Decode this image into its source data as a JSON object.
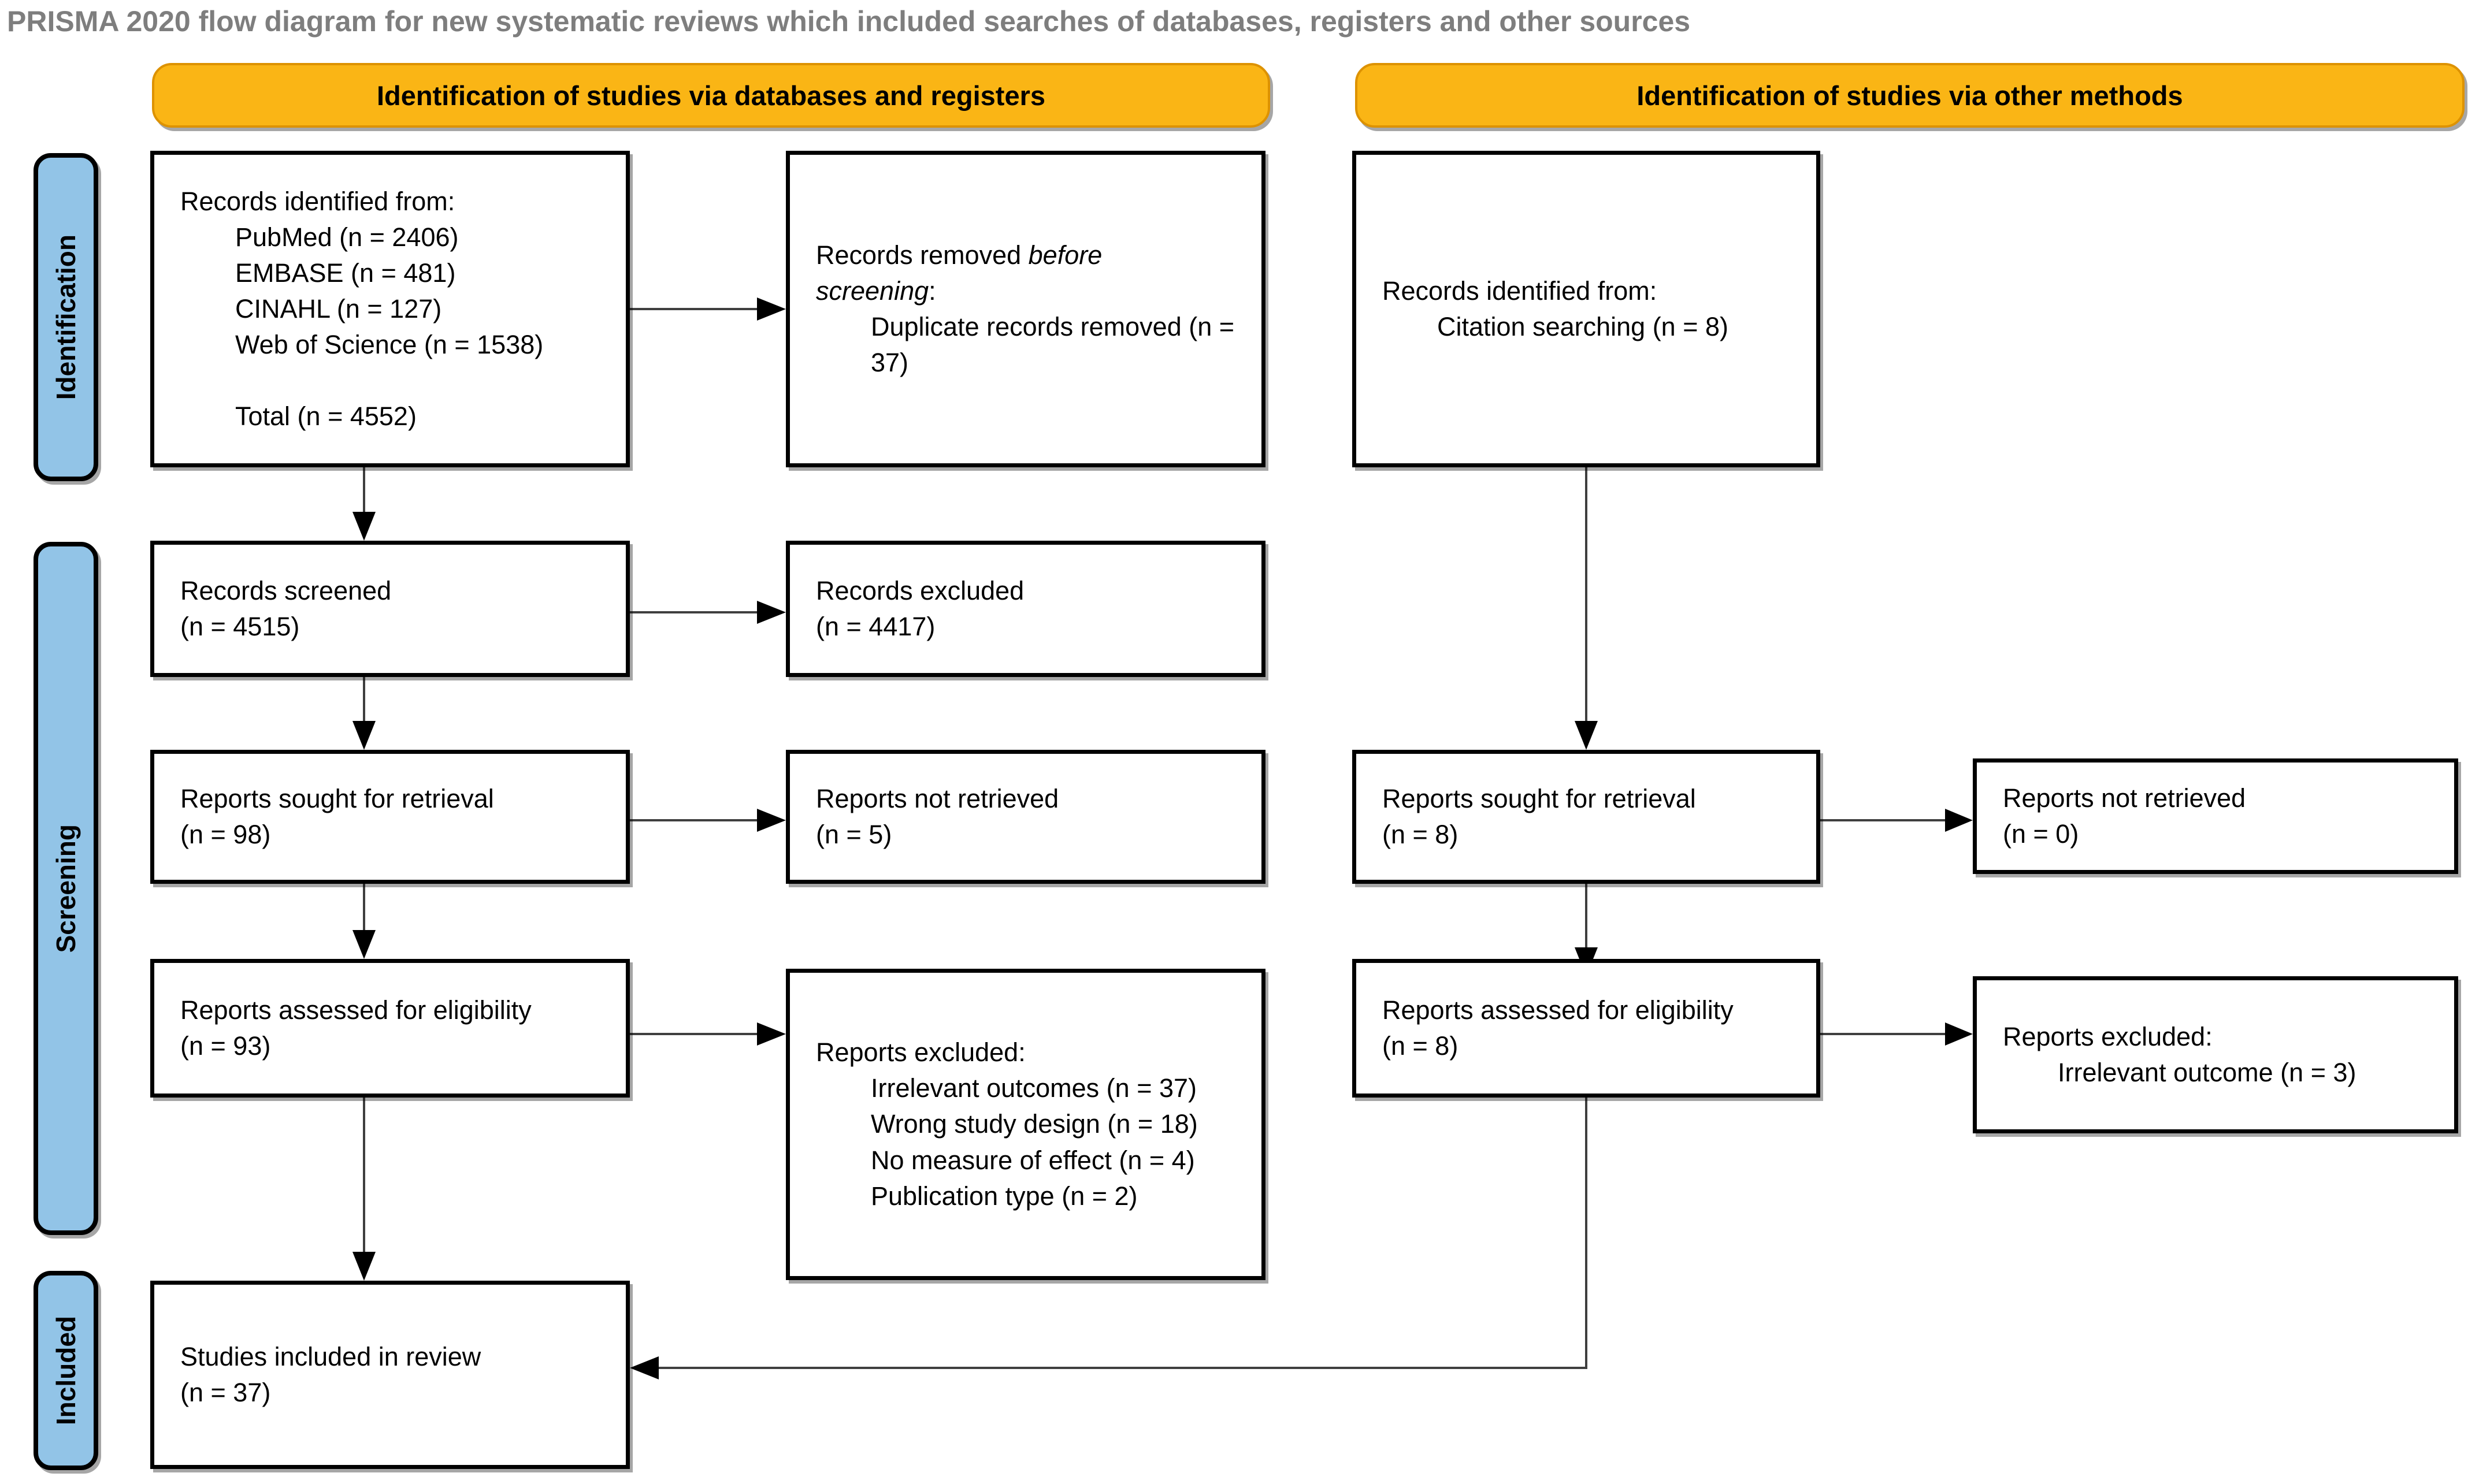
{
  "title": "PRISMA 2020 flow diagram for new systematic reviews which included searches of databases, registers and other sources",
  "banners": {
    "databases": "Identification of studies via databases and registers",
    "other_methods": "Identification of studies via other methods"
  },
  "stages": {
    "identification": "Identification",
    "screening": "Screening",
    "included": "Included"
  },
  "colors": {
    "banner_orange": "#FAB515",
    "stage_blue": "#92C4E7",
    "title_gray": "#7E7E7E",
    "box_border": "#000000",
    "arrow": "#3F3F3F"
  },
  "boxes": {
    "db_records_identified": {
      "intro": "Records identified from:",
      "sources": [
        "PubMed (n = 2406)",
        "EMBASE (n = 481)",
        "CINAHL (n = 127)",
        "Web of Science (n = 1538)"
      ],
      "total": "Total (n = 4552)"
    },
    "db_records_removed": {
      "line1": "Records removed ",
      "italic1": "before",
      "italic2": "screening",
      "colon": ":",
      "item": "Duplicate records removed (n = 37)"
    },
    "other_records_identified": {
      "intro": "Records identified from:",
      "item": "Citation searching (n = 8)"
    },
    "db_records_screened": {
      "label": "Records screened",
      "count": "(n = 4515)"
    },
    "db_records_excluded": {
      "label": "Records excluded",
      "count": "(n = 4417)"
    },
    "db_reports_sought": {
      "label": "Reports sought for retrieval",
      "count": "(n = 98)"
    },
    "db_reports_not_retrieved": {
      "label": "Reports not retrieved",
      "count": "(n = 5)"
    },
    "db_reports_assessed": {
      "label": "Reports assessed for eligibility",
      "count": "(n = 93)"
    },
    "db_reports_excluded": {
      "intro": "Reports excluded:",
      "reasons": [
        "Irrelevant outcomes (n = 37)",
        "Wrong study design (n = 18)",
        "No measure of effect (n = 4)",
        "Publication type (n = 2)"
      ]
    },
    "other_reports_sought": {
      "label": "Reports sought for retrieval",
      "count": "(n = 8)"
    },
    "other_reports_not_retrieved": {
      "label": "Reports not retrieved",
      "count": "(n = 0)"
    },
    "other_reports_assessed": {
      "label": "Reports assessed for eligibility",
      "count": "(n = 8)"
    },
    "other_reports_excluded": {
      "intro": "Reports excluded:",
      "reasons": [
        "Irrelevant outcome (n = 3)"
      ]
    },
    "studies_included": {
      "label": "Studies included in review",
      "count": "(n = 37)"
    }
  }
}
